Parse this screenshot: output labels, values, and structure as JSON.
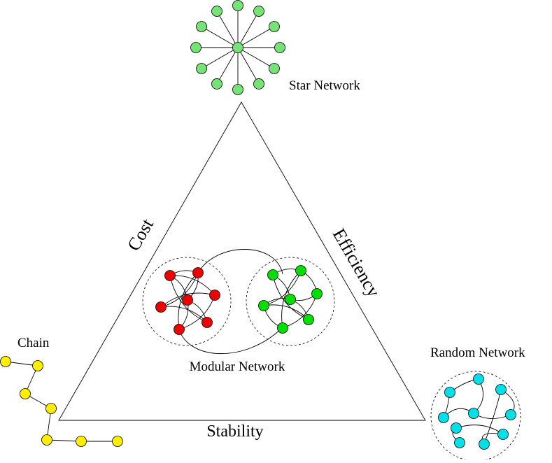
{
  "labels": {
    "star": "Star Network",
    "chain": "Chain",
    "modular": "Modular Network",
    "random": "Random Network",
    "cost": "Cost",
    "efficiency": "Efficiency",
    "stability": "Stability"
  },
  "colors": {
    "star_nodes": "#77e377",
    "chain_nodes": "#ffee00",
    "modular_left_nodes": "#ee0000",
    "modular_right_nodes": "#00e000",
    "random_nodes": "#00e0e8",
    "line": "#000000"
  }
}
